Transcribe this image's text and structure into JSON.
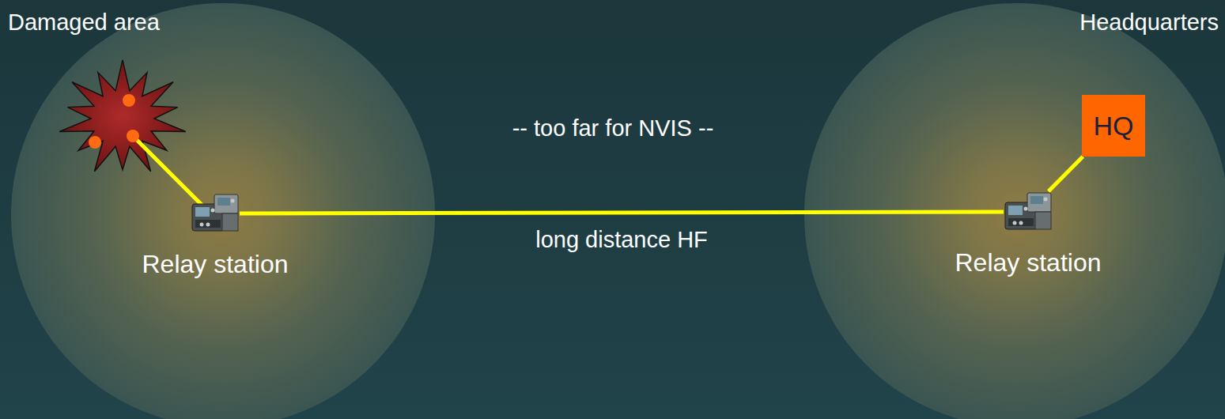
{
  "diagram": {
    "nodes": [
      {
        "text": [
          "Relay station"
        ]
      },
      {
        "text": [
          "Relay station"
        ]
      },
      {
        "text": [
          "HQ"
        ]
      }
    ],
    "edges": [
      {
        "from": 0,
        "to": 1,
        "arrow": "none",
        "label": "long distance HF"
      },
      {
        "from": 1,
        "to": 2,
        "arrow": "none"
      }
    ],
    "labels": [
      "Damaged area",
      "Headquarters",
      "-- too far for NVIS --"
    ]
  }
}
